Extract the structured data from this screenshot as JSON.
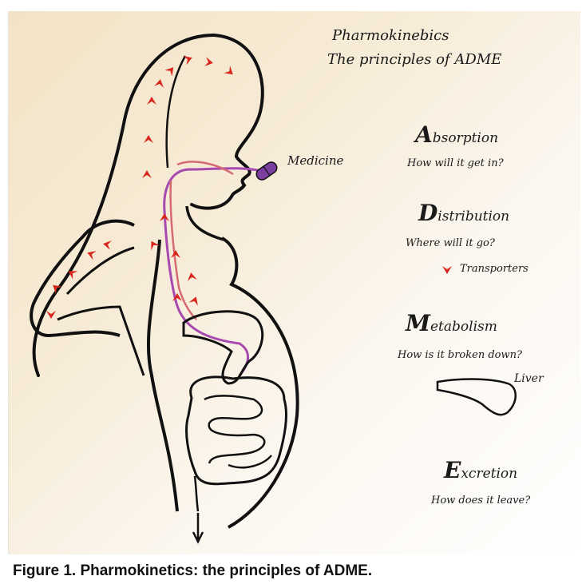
{
  "figure": {
    "heading_line1": "Pharmokinebics",
    "heading_line2": "The principles of ADME",
    "medicine_label": "Medicine",
    "liver_label": "Liver",
    "caption": "Figure 1. Pharmokinetics: the principles of ADME.",
    "stages": [
      {
        "initial": "A",
        "rest": "bsorption",
        "question": "How will it get in?"
      },
      {
        "initial": "D",
        "rest": "istribution",
        "question": "Where will it go?"
      },
      {
        "initial": "M",
        "rest": "etabolism",
        "question": "How is it broken down?"
      },
      {
        "initial": "E",
        "rest": "xcretion",
        "question": "How does it leave?"
      }
    ],
    "transporters_label": "Transporters",
    "colors": {
      "ink": "#111111",
      "transport_arrows": "#d9261c",
      "drug_path": "#a64ab0",
      "pill": "#7b3fa0"
    }
  }
}
